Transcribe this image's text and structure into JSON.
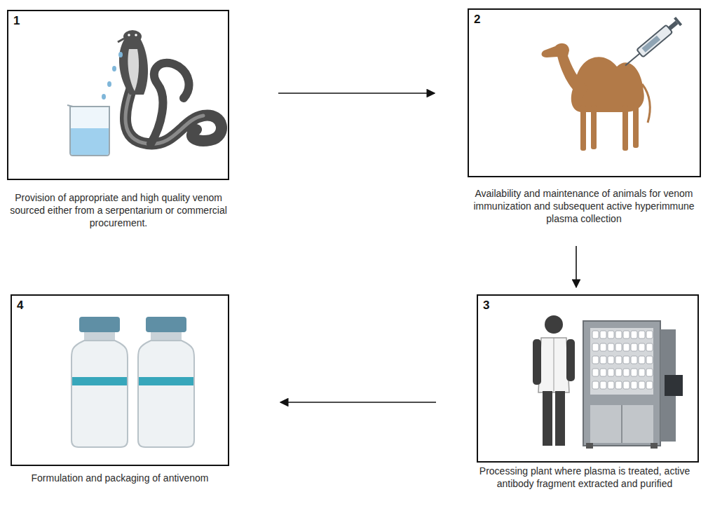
{
  "diagram": {
    "nodes": [
      {
        "text": [
          "1",
          "Provision of appropriate and high quality venom sourced either from a serpentarium or commercial procurement."
        ]
      },
      {
        "text": [
          "2",
          "Availability and maintenance of animals for venom immunization and subsequent active hyperimmune plasma collection"
        ]
      },
      {
        "text": [
          "3",
          "Processing plant where plasma is treated, active antibody fragment extracted and purified"
        ]
      },
      {
        "text": [
          "4",
          "Formulation and packaging of antivenom"
        ]
      }
    ],
    "edges": [
      {
        "from": 0,
        "to": 1,
        "arrow": "to"
      },
      {
        "from": 1,
        "to": 2,
        "arrow": "to"
      },
      {
        "from": 2,
        "to": 3,
        "arrow": "to"
      }
    ]
  }
}
